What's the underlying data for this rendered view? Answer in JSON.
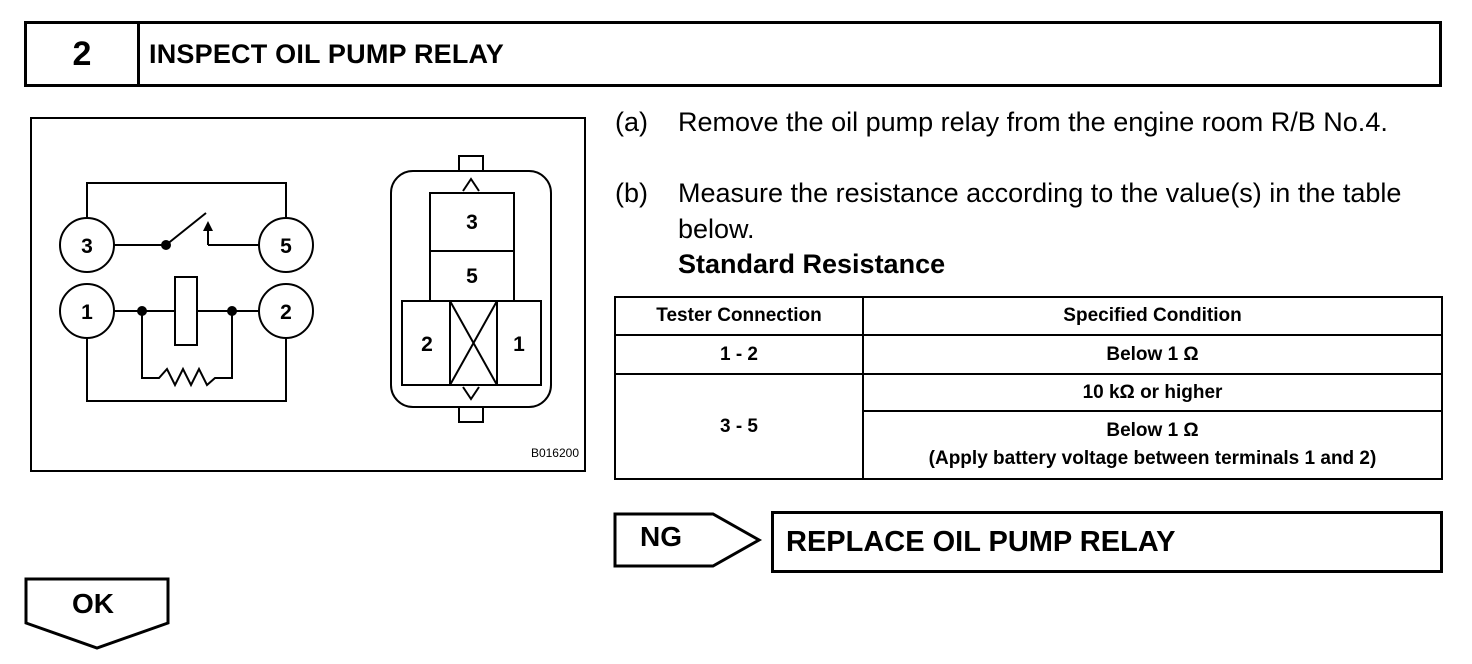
{
  "step": {
    "number": "2",
    "title": "INSPECT OIL PUMP RELAY"
  },
  "figure": {
    "schematic_terminals": [
      "3",
      "5",
      "1",
      "2"
    ],
    "connector_terminals": {
      "top1": "3",
      "top2": "5",
      "left": "2",
      "right": "1"
    },
    "figure_code": "B016200"
  },
  "instructions": [
    {
      "label": "(a)",
      "text": "Remove the oil pump relay from the engine room R/B No.4."
    },
    {
      "label": "(b)",
      "text": "Measure the resistance according to the value(s) in the table below."
    }
  ],
  "standard_resistance_heading": "Standard Resistance",
  "table": {
    "headers": [
      "Tester Connection",
      "Specified Condition"
    ],
    "rows": [
      {
        "connection": "1 - 2",
        "condition": "Below 1 Ω"
      },
      {
        "connection": "3 - 5",
        "condition_a": "10 kΩ or higher",
        "condition_b": "Below 1 Ω",
        "condition_b_note": "(Apply battery voltage between terminals 1 and 2)"
      }
    ]
  },
  "ng": {
    "label": "NG",
    "action": "REPLACE OIL PUMP RELAY"
  },
  "ok": {
    "label": "OK"
  }
}
